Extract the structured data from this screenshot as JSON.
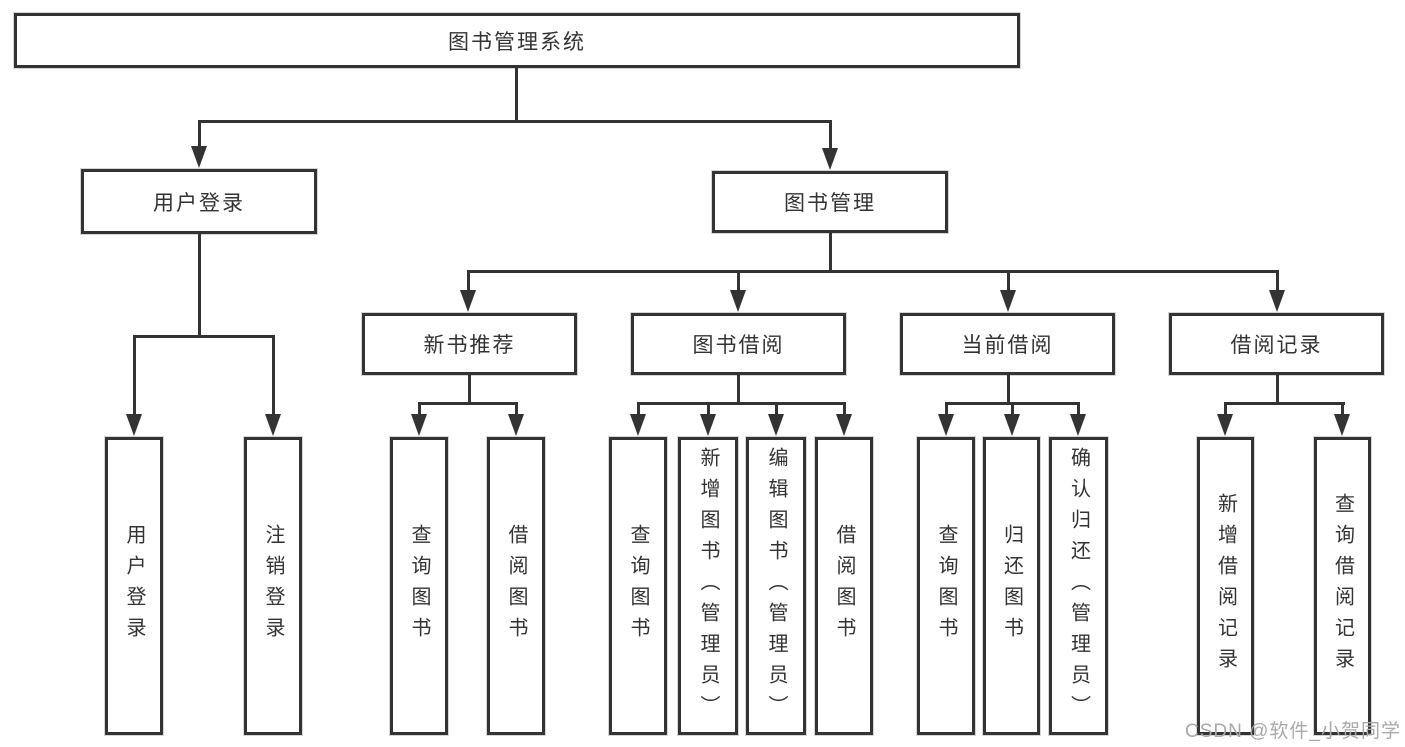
{
  "colors": {
    "line": "#333333",
    "box_border": "#333333",
    "text": "#333333",
    "watermark": "#a9a9a9",
    "background": "#ffffff"
  },
  "nodes": {
    "root": "图书管理系统",
    "user_login": "用户登录",
    "book_mgmt": "图书管理",
    "new_books": "新书推荐",
    "book_borrow": "图书借阅",
    "current_borrow": "当前借阅",
    "borrow_records": "借阅记录",
    "leaf_user_login": "用户登录",
    "leaf_logout": "注销登录",
    "nb_query_books": "查询图书",
    "nb_borrow_books": "借阅图书",
    "bb_query_books": "查询图书",
    "bb_add_books": "新增图书（管理员）",
    "bb_edit_books": "编辑图书（管理员）",
    "bb_borrow_books": "借阅图书",
    "cb_query_books": "查询图书",
    "cb_return_books": "归还图书",
    "cb_confirm_return": "确认归还（管理员）",
    "br_add_record": "新增借阅记录",
    "br_query_record": "查询借阅记录"
  },
  "watermark": "CSDN @软件_小贺同学"
}
